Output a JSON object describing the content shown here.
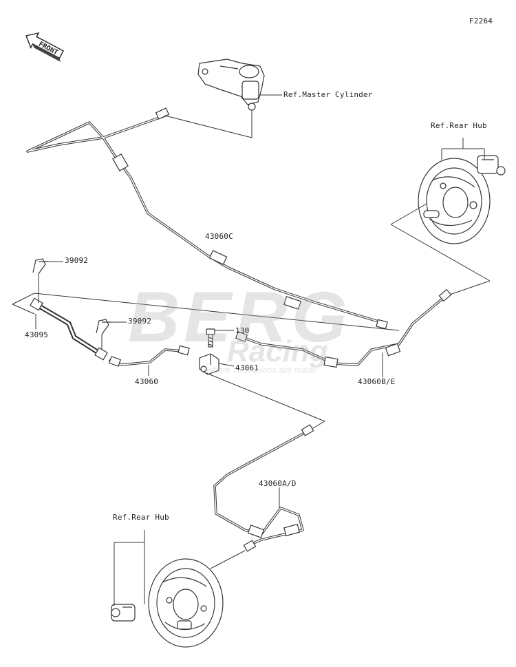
{
  "figure_code": "F2264",
  "front_label": "FRONT",
  "labels": {
    "master_cylinder": "Ref.Master Cylinder",
    "rear_hub_right": "Ref.Rear Hub",
    "rear_hub_left": "Ref.Rear Hub",
    "pipe_c": "43060C",
    "pipe_be": "43060B/E",
    "pipe_ad": "43060A/D",
    "pipe_main": "43060",
    "hose": "43095",
    "clamp_top": "39092",
    "clamp_mid": "39092",
    "bolt": "130",
    "joint": "43061"
  },
  "watermark": {
    "brand": "BERG",
    "sub": "Racing",
    "tagline": "where champions are made"
  }
}
